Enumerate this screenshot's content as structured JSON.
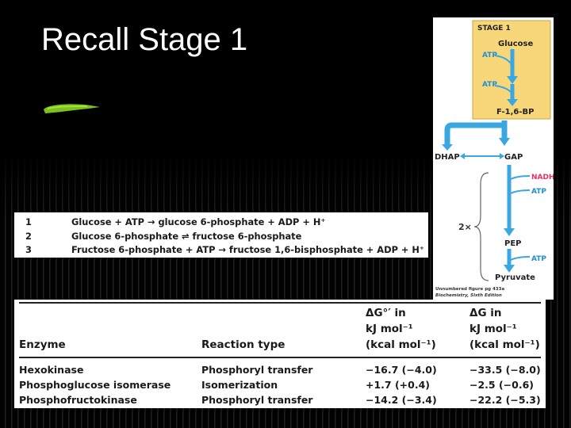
{
  "slide": {
    "title": "Recall Stage 1"
  },
  "reactions": [
    {
      "num": "1",
      "equation": "Glucose + ATP → glucose 6-phosphate + ADP + H⁺"
    },
    {
      "num": "2",
      "equation": "Glucose 6-phosphate ⇌ fructose 6-phosphate"
    },
    {
      "num": "3",
      "equation": "Fructose 6-phosphate + ATP → fructose 1,6-bisphosphate + ADP + H⁺"
    }
  ],
  "figure": {
    "stage_label": "STAGE 1",
    "glucose": "Glucose",
    "atp1": "ATP",
    "atp2": "ATP",
    "f16bp": "F-1,6-BP",
    "dhap": "DHAP",
    "gap": "GAP",
    "nadh": "NADH",
    "atp3": "ATP",
    "multiplier": "2×",
    "pep": "PEP",
    "atp4": "ATP",
    "pyruvate": "Pyruvate",
    "caption_line1": "Unnumbered figure pg 433a",
    "caption_line2": "Biochemistry, Sixth Edition",
    "colors": {
      "stage_box": "#f7d77a",
      "arrow": "#3aa7e0",
      "atp_text": "#1f8fd6",
      "nadh_text": "#e8306a"
    }
  },
  "table": {
    "headers": {
      "enzyme": "Enzyme",
      "reaction_type": "Reaction type",
      "dg0_line1": "ΔG°′ in",
      "dg0_line2": "kJ mol⁻¹",
      "dg0_line3": "(kcal mol⁻¹)",
      "dg_line1": "ΔG in",
      "dg_line2": "kJ mol⁻¹",
      "dg_line3": "(kcal mol⁻¹)"
    },
    "rows": [
      {
        "enzyme": "Hexokinase",
        "type": "Phosphoryl transfer",
        "dg0": "−16.7 (−4.0)",
        "dg": "−33.5 (−8.0)"
      },
      {
        "enzyme": "Phosphoglucose isomerase",
        "type": "Isomerization",
        "dg0": "+1.7 (+0.4)",
        "dg": "−2.5 (−0.6)"
      },
      {
        "enzyme": "Phosphofructokinase",
        "type": "Phosphoryl transfer",
        "dg0": "−14.2 (−3.4)",
        "dg": "−22.2 (−5.3)"
      }
    ]
  }
}
